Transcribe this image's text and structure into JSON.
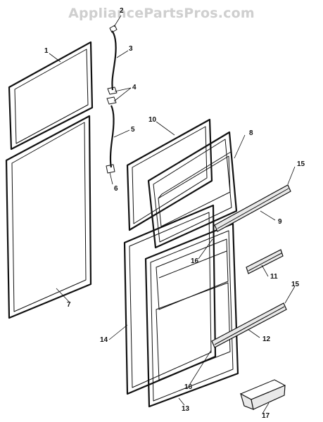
{
  "watermark": "AppliancePartsPros.com",
  "callouts": {
    "c1": "1",
    "c2": "2",
    "c3": "3",
    "c4": "4",
    "c5": "5",
    "c6": "6",
    "c7": "7",
    "c8": "8",
    "c9": "9",
    "c10": "10",
    "c11": "11",
    "c12": "12",
    "c13": "13",
    "c14": "14",
    "c15a": "15",
    "c15b": "15",
    "c16a": "16",
    "c16b": "16",
    "c17": "17"
  }
}
